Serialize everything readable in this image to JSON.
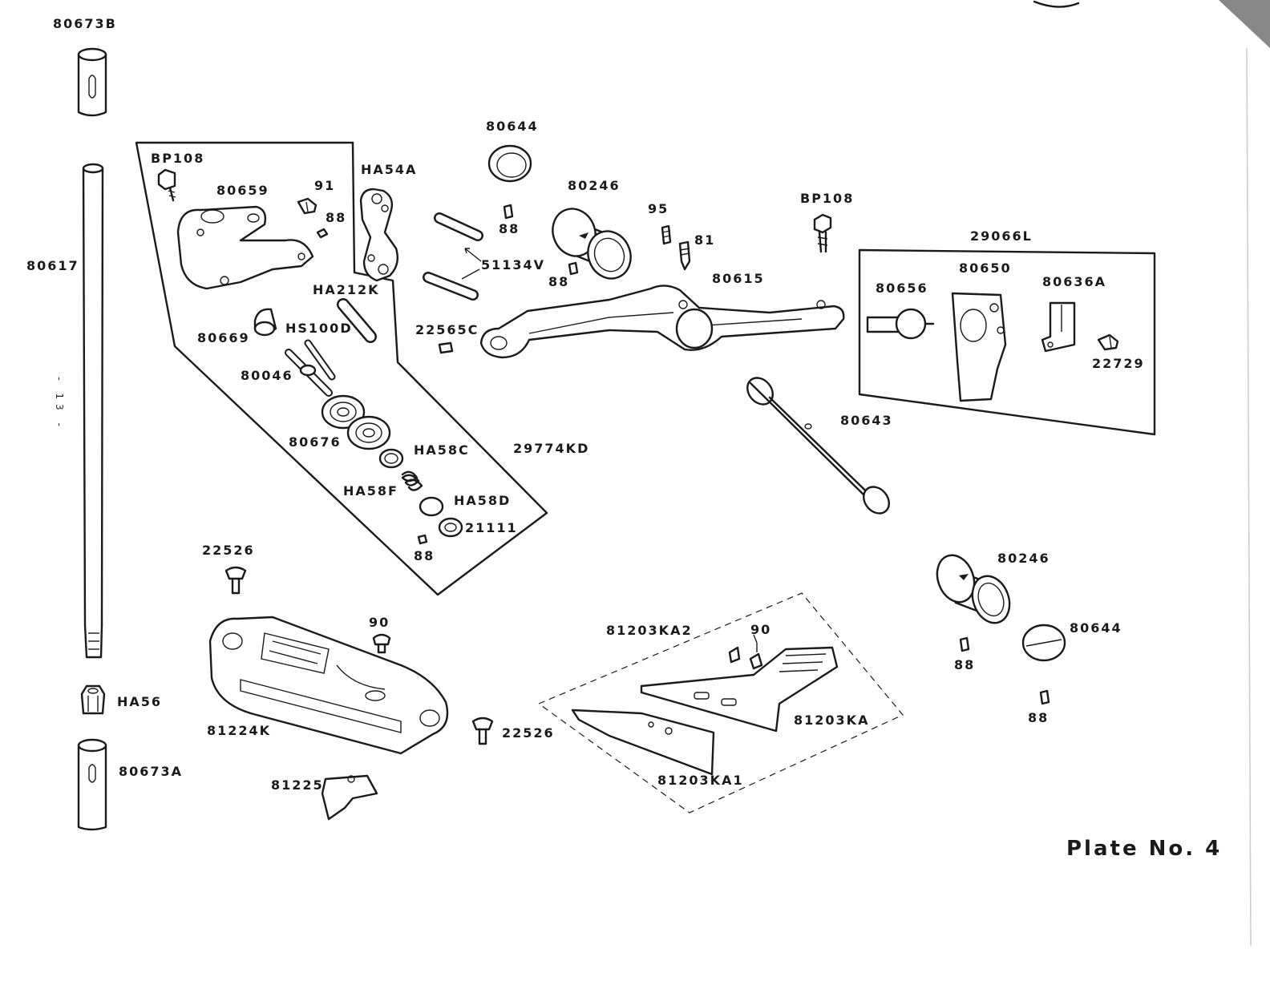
{
  "plate_title": "Plate No. 4",
  "page_number": "- 13 -",
  "labels": {
    "p80673B": "80673B",
    "p80617": "80617",
    "pHA56": "HA56",
    "p80673A": "80673A",
    "pBP108a": "BP108",
    "p80659": "80659",
    "p91": "91",
    "p88a": "88",
    "pHA54A": "HA54A",
    "p80644a": "80644",
    "p88b": "88",
    "p80246a": "80246",
    "p95": "95",
    "p81": "81",
    "p88c": "88",
    "p51134V": "51134V",
    "pBP108b": "BP108",
    "p29066L": "29066L",
    "p80650": "80650",
    "p80636A": "80636A",
    "p80656": "80656",
    "p22729": "22729",
    "p80615": "80615",
    "pHA212K": "HA212K",
    "p22565C": "22565C",
    "p80669": "80669",
    "pHS100D": "HS100D",
    "p80046": "80046",
    "p80676": "80676",
    "pHA58C": "HA58C",
    "p29774KD": "29774KD",
    "pHA58F": "HA58F",
    "pHA58D": "HA58D",
    "p21111": "21111",
    "p88d": "88",
    "p80643": "80643",
    "p22526a": "22526",
    "p90a": "90",
    "p81224K": "81224K",
    "p22526b": "22526",
    "p81225": "81225",
    "p81203KA2": "81203KA2",
    "p90b": "90",
    "p81203KA": "81203KA",
    "p81203KA1": "81203KA1",
    "p80246b": "80246",
    "p80644b": "80644",
    "p88e": "88",
    "p88f": "88"
  }
}
